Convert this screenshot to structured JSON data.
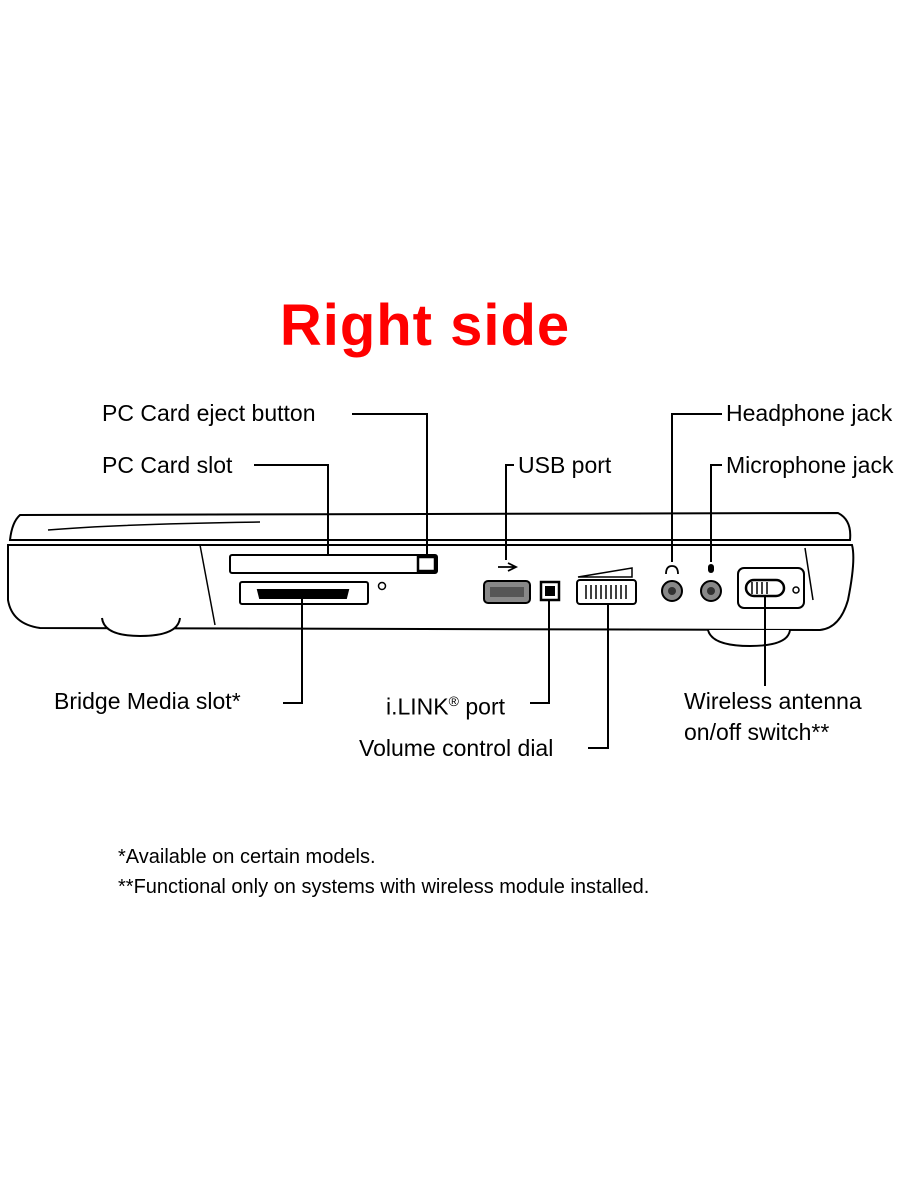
{
  "title": "Right side",
  "labels": {
    "pc_card_eject": "PC Card eject button",
    "pc_card_slot": "PC Card slot",
    "usb_port": "USB port",
    "headphone_jack": "Headphone jack",
    "microphone_jack": "Microphone jack",
    "bridge_media": "Bridge Media slot*",
    "ilink_main": "i.LINK",
    "ilink_reg": "®",
    "ilink_suffix": " port",
    "volume_dial": "Volume control dial",
    "wireless_line1": "Wireless antenna",
    "wireless_line2": "on/off switch**"
  },
  "footnotes": {
    "note1": "*Available on certain models.",
    "note2": "**Functional only on systems with wireless module installed."
  },
  "colors": {
    "title": "#ff0000",
    "ink": "#000000",
    "port_fill": "#888888"
  }
}
